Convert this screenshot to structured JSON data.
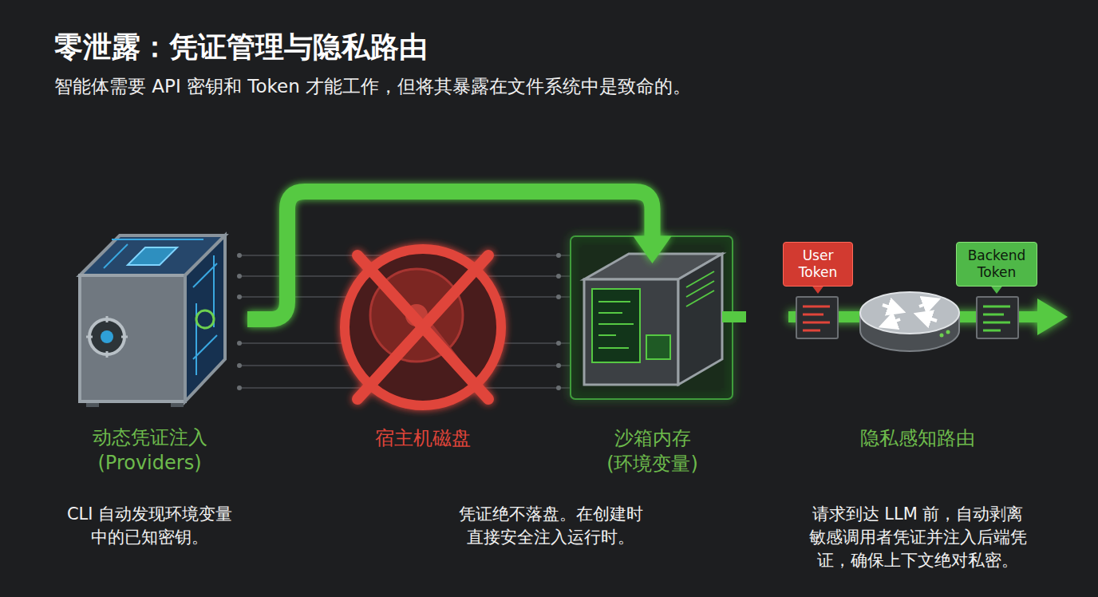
{
  "diagram": {
    "title": "零泄露：凭证管理与隐私路由",
    "caption": "智能体需要 API 密钥和 Token 才能工作，但将其暴露在文件系统中是致命的。",
    "nodes": [
      {
        "text": [
          "动态凭证注入 (Providers)",
          "CLI 自动发现环境变量中的已知密钥。"
        ]
      },
      {
        "text": [
          "宿主机磁盘"
        ]
      },
      {
        "text": [
          "沙箱内存 (环境变量)"
        ]
      },
      {
        "text": [
          "User Token"
        ]
      },
      {
        "text": [
          "隐私感知路由",
          "请求到达 LLM 前，自动剥离敏感调用者凭证并注入后端凭证，确保上下文绝对私密。"
        ]
      },
      {
        "text": [
          "Backend Token"
        ]
      }
    ],
    "edges": [
      {
        "from": 0,
        "to": 2,
        "arrow": "to"
      },
      {
        "from": 2,
        "to": 4,
        "arrow": "none"
      }
    ],
    "labels": [
      "凭证绝不落盘。在创建时直接安全注入运行时。"
    ]
  }
}
